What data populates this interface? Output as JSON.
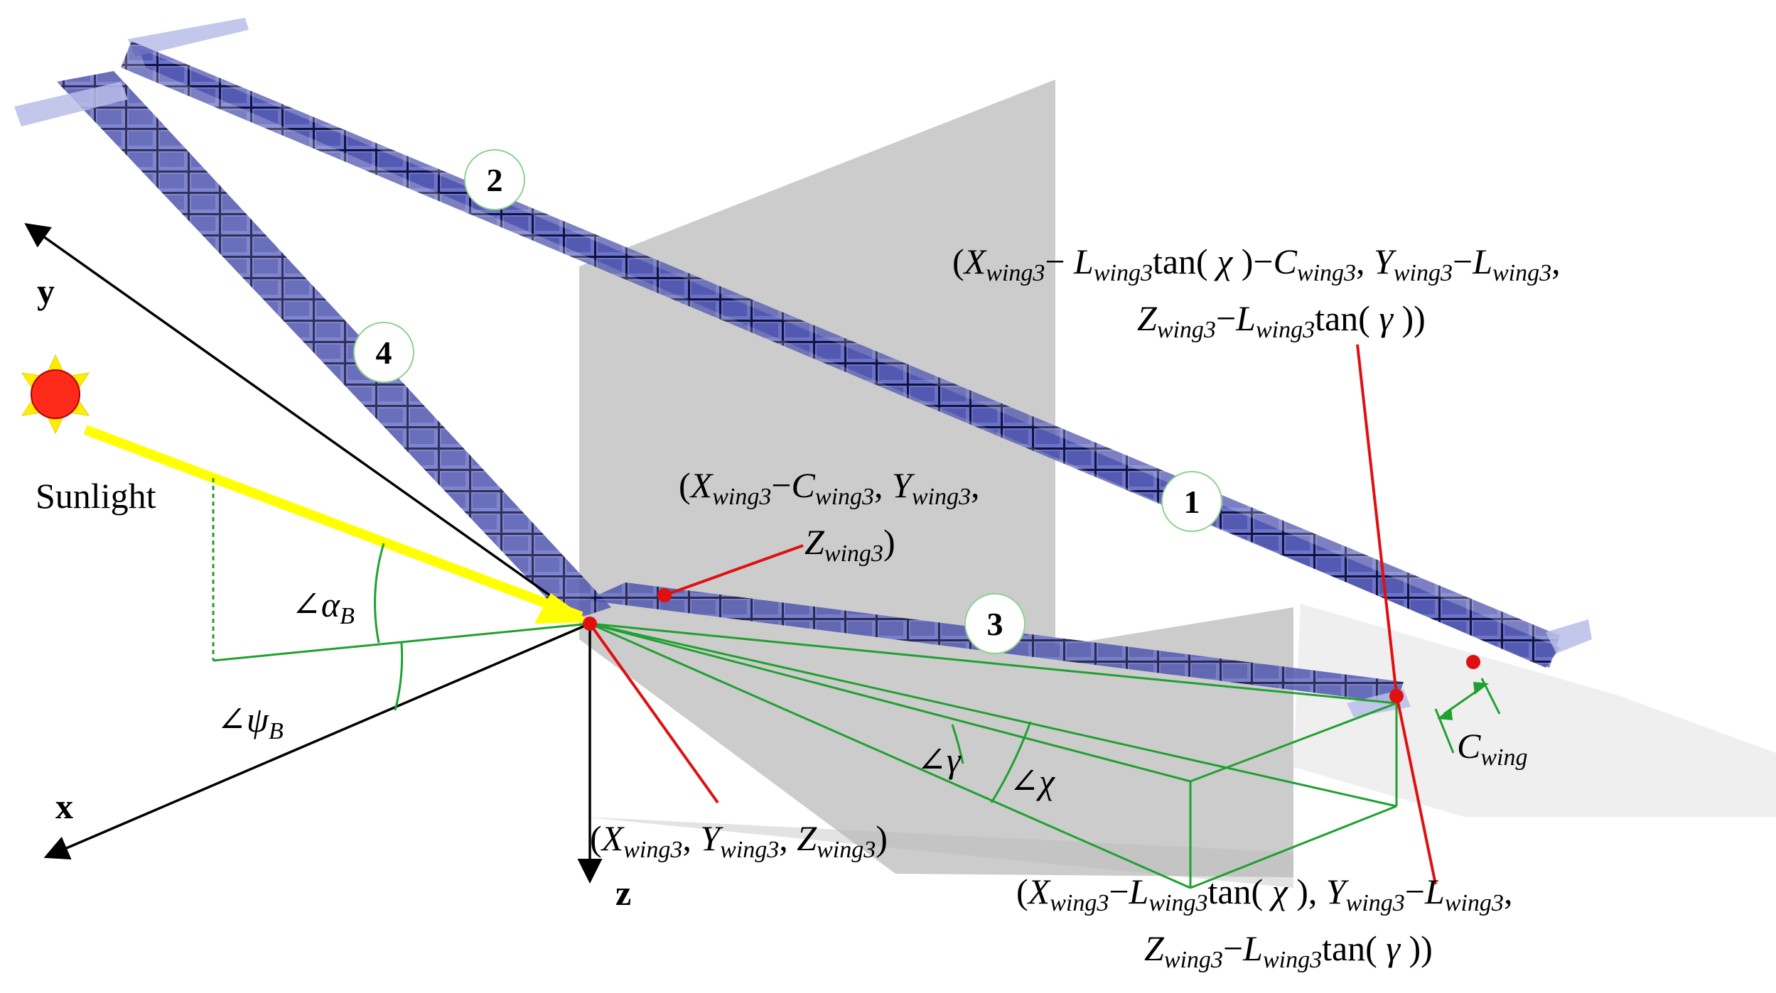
{
  "axes": {
    "x": "x",
    "y": "y",
    "z": "z"
  },
  "light_label": "Sunlight",
  "panel_numbers": [
    "1",
    "2",
    "3",
    "4"
  ],
  "angles": {
    "alpha": {
      "sym": "∠α",
      "sub": "B"
    },
    "psi": {
      "sym": "∠ψ",
      "sub": "B"
    },
    "gamma": "∠γ",
    "chi": "∠χ"
  },
  "c_wing": {
    "sym": "C",
    "sub": "wing"
  },
  "sub_wing3": "wing3",
  "paren_open": "(",
  "paren_close": ")",
  "close2": "))",
  "comma": ", ",
  "minus": "−",
  "sym": {
    "X": "X",
    "Y": "Y",
    "Z": "Z",
    "L": "L",
    "C": "C"
  },
  "tan_open": "tan(",
  "greek": {
    "chi": "χ",
    "gamma": "γ"
  },
  "colors": {
    "panel_blue": "#4a4fb0",
    "plane_gray": "#bdbdbd",
    "green_lines": "#20a030",
    "red_lines": "#e01010",
    "sun": "#ff2a1a",
    "sunlight_ray": "#ffff00"
  }
}
